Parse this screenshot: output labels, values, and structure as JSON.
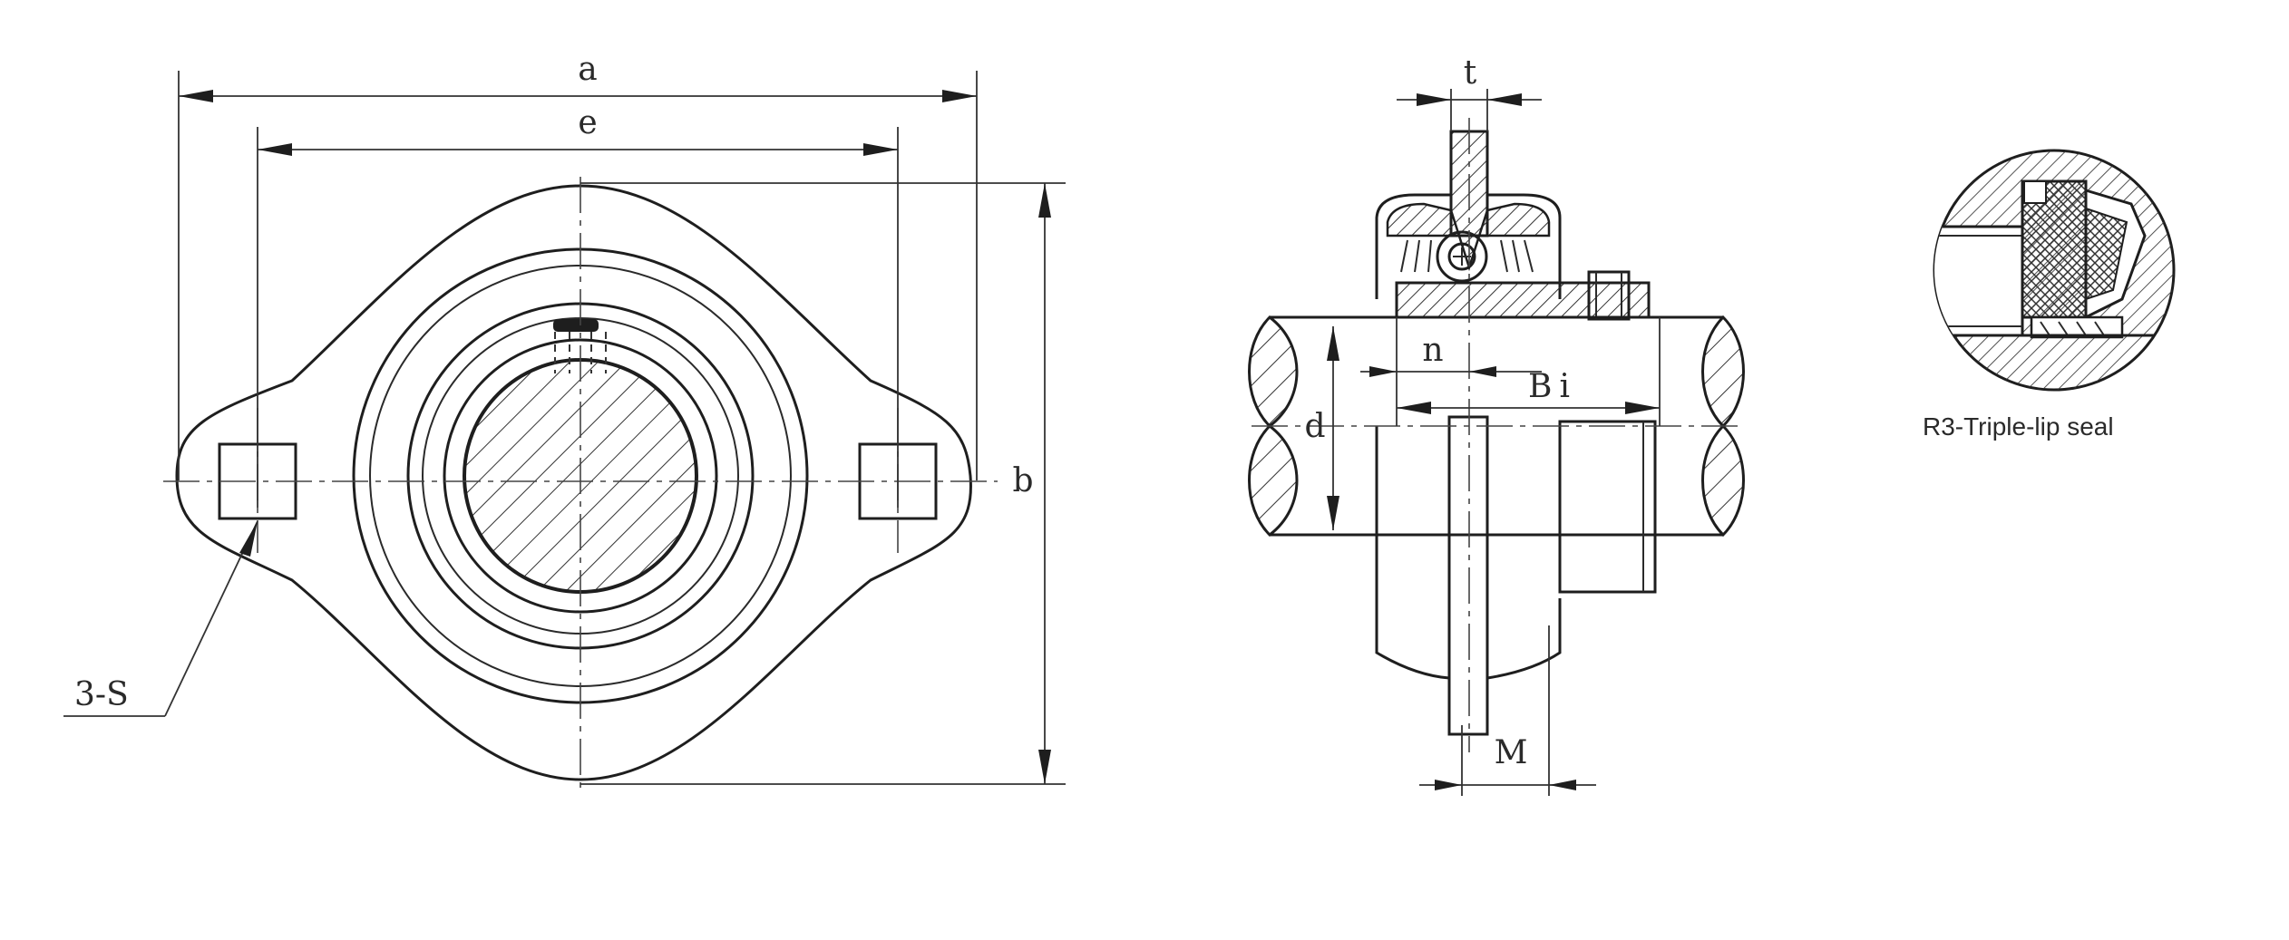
{
  "labels": {
    "a": "a",
    "e": "e",
    "b": "b",
    "holes": "3-S",
    "t": "t",
    "n": "n",
    "bi": "Bi",
    "d": "d",
    "m": "M"
  },
  "caption": "R3-Triple-lip seal",
  "colors": {
    "line": "#1e1e1e",
    "background": "#ffffff"
  }
}
